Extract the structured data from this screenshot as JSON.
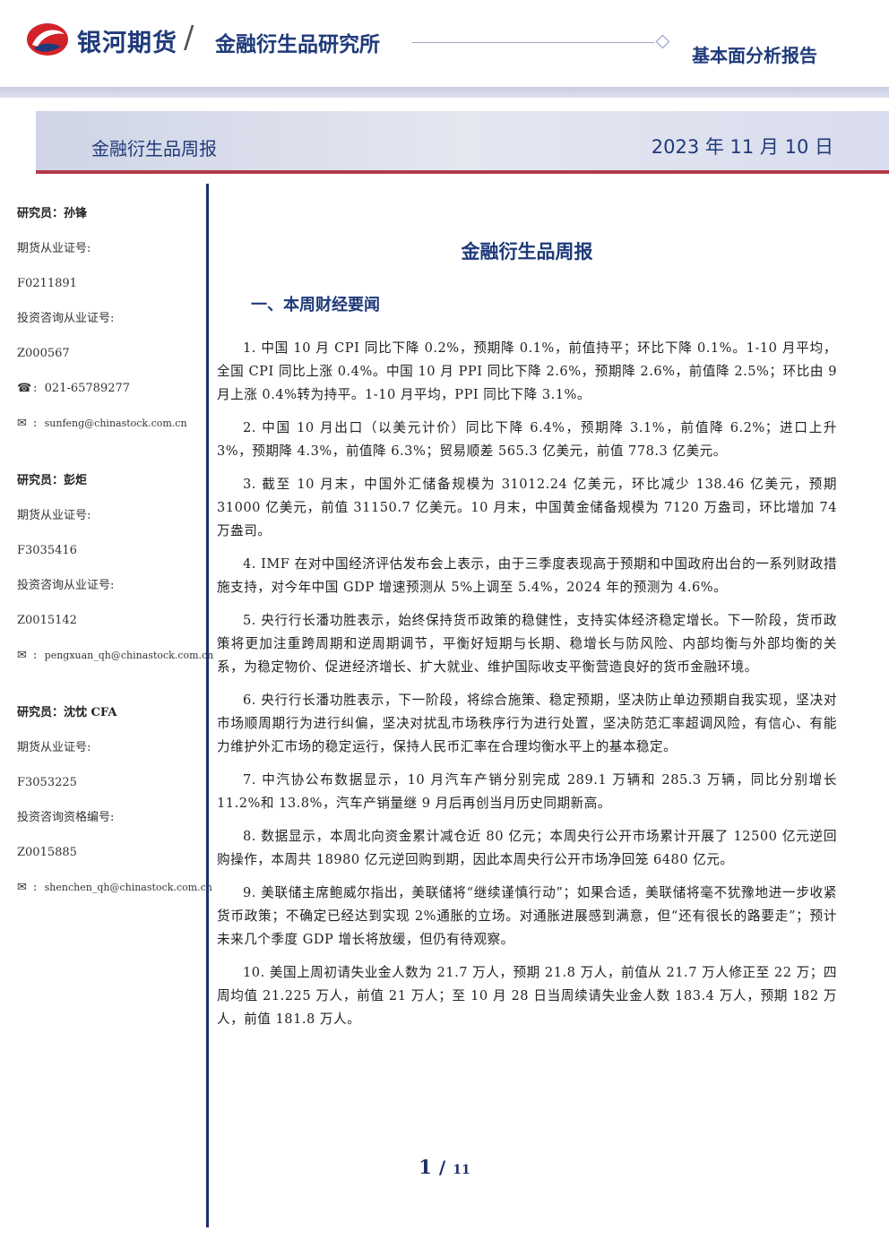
{
  "header": {
    "brand": "银河期货",
    "slash": "/",
    "institute": "金融衍生品研究所",
    "report_type": "基本面分析报告",
    "brand_color": "#1f3a7a",
    "accent_color": "#b23a4a"
  },
  "title_band": {
    "label": "金融衍生品周报",
    "date": "2023 年 11 月 10 日"
  },
  "researchers": [
    {
      "name_line": "研究员：孙锋",
      "license_label": "期货从业证号:",
      "license": "F0211891",
      "consult_label": "投资咨询从业证号:",
      "consult": "Z000567",
      "phone_icon": "☎",
      "phone": "021-65789277",
      "email_icon": "✉",
      "email": "sunfeng@chinastock.com.cn"
    },
    {
      "name_line": "研究员：彭炬",
      "license_label": "期货从业证号:",
      "license": "F3035416",
      "consult_label": "投资咨询从业证号:",
      "consult": "Z0015142",
      "email_icon": "✉",
      "email": "pengxuan_qh@chinastock.com.cn"
    },
    {
      "name_line": "研究员：沈忱  CFA",
      "license_label": "期货从业证号:",
      "license": "F3053225",
      "consult_label": "投资咨询资格编号:",
      "consult": "Z0015885",
      "email_icon": "✉",
      "email": "shenchen_qh@chinastock.com.cn"
    }
  ],
  "main": {
    "title": "金融衍生品周报",
    "section1": "一、本周财经要闻",
    "paragraphs": [
      "1. 中国 10 月 CPI 同比下降 0.2%，预期降 0.1%，前值持平；环比下降 0.1%。1-10 月平均，全国 CPI 同比上涨 0.4%。中国 10 月 PPI 同比下降 2.6%，预期降 2.6%，前值降 2.5%；环比由 9 月上涨 0.4%转为持平。1-10 月平均，PPI 同比下降 3.1%。",
      "2. 中国 10 月出口（以美元计价）同比下降 6.4%，预期降 3.1%，前值降 6.2%；进口上升 3%，预期降 4.3%，前值降 6.3%；贸易顺差 565.3 亿美元，前值 778.3 亿美元。",
      "3. 截至 10 月末，中国外汇储备规模为 31012.24 亿美元，环比减少 138.46 亿美元，预期 31000 亿美元，前值 31150.7 亿美元。10 月末，中国黄金储备规模为 7120 万盎司，环比增加 74 万盎司。",
      "4. IMF 在对中国经济评估发布会上表示，由于三季度表现高于预期和中国政府出台的一系列财政措施支持，对今年中国 GDP 增速预测从 5%上调至 5.4%，2024 年的预测为 4.6%。",
      "5. 央行行长潘功胜表示，始终保持货币政策的稳健性，支持实体经济稳定增长。下一阶段，货币政策将更加注重跨周期和逆周期调节，平衡好短期与长期、稳增长与防风险、内部均衡与外部均衡的关系，为稳定物价、促进经济增长、扩大就业、维护国际收支平衡营造良好的货币金融环境。",
      "6. 央行行长潘功胜表示，下一阶段，将综合施策、稳定预期，坚决防止单边预期自我实现，坚决对市场顺周期行为进行纠偏，坚决对扰乱市场秩序行为进行处置，坚决防范汇率超调风险，有信心、有能力维护外汇市场的稳定运行，保持人民币汇率在合理均衡水平上的基本稳定。",
      "7. 中汽协公布数据显示，10 月汽车产销分别完成 289.1 万辆和 285.3 万辆，同比分别增长 11.2%和 13.8%，汽车产销量继 9 月后再创当月历史同期新高。",
      "8. 数据显示，本周北向资金累计减仓近 80 亿元；本周央行公开市场累计开展了 12500 亿元逆回购操作，本周共 18980 亿元逆回购到期，因此本周央行公开市场净回笼 6480 亿元。",
      "9. 美联储主席鲍威尔指出，美联储将“继续谨慎行动”；如果合适，美联储将毫不犹豫地进一步收紧货币政策；不确定已经达到实现 2%通胀的立场。对通胀进展感到满意，但“还有很长的路要走”；预计未来几个季度 GDP 增长将放缓，但仍有待观察。",
      "10. 美国上周初请失业金人数为 21.7 万人，预期 21.8 万人，前值从 21.7 万人修正至 22 万；四周均值 21.225 万人，前值 21 万人；至 10 月 28 日当周续请失业金人数 183.4 万人，预期 182 万人，前值 181.8 万人。"
    ]
  },
  "footer": {
    "page": "1",
    "sep": "/",
    "total": "11"
  }
}
